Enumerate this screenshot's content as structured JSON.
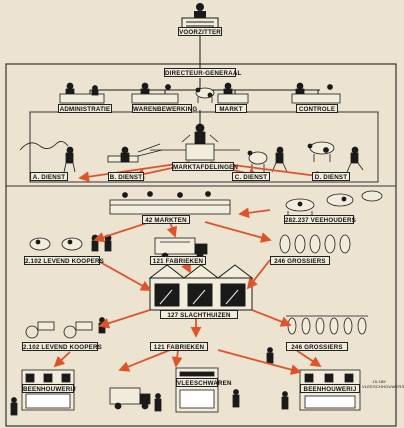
{
  "labels": {
    "voorzitter": "VOORZITTER",
    "directeur": "DIRECTEUR-GENERAAL",
    "administratie": "ADMINISTRATIE",
    "warenbewerking": "WARENBEWERKING",
    "markt": "MARKT",
    "controle": "CONTROLE",
    "a_dienst": "A. DIENST",
    "b_dienst": "B. DIENST",
    "marktafdeling": "MARKTAFDELINGEN",
    "c_dienst": "C. DIENST",
    "d_dienst": "D. DIENST",
    "markten": "42 MARKTEN",
    "veehouders": "282.237 VEEHOUDERS",
    "levend_kopers_top": "2.102 LEVEND KOOPERS",
    "fabrieken_top": "121 FABRIEKEN",
    "grossiers_top": "246 GROSSIERS",
    "slachthuizen": "127 SLACHTHUIZEN",
    "levend_kopers_bottom": "2.102 LEVEND KOOPERS",
    "fabrieken_bottom": "121 FABRIEKEN",
    "grossiers_bottom": "246 GROSSIERS",
    "shop_left": "BEENHOUWERIJ",
    "shop_center": "VLEESCHWAREN",
    "shop_right": "BEENHOUWERIJ",
    "note": "15.189 VLEESCHHOUWERS"
  },
  "colors": {
    "background": "#ece4d0",
    "ink": "#1a1a1a",
    "arrow": "#e0532a"
  }
}
